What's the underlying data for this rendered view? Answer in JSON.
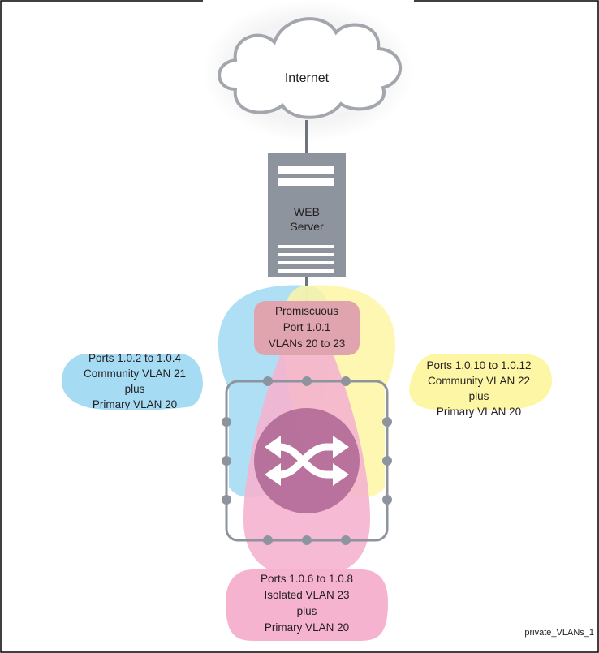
{
  "diagram": {
    "cloud": {
      "label": "Internet"
    },
    "server": {
      "line1": "WEB",
      "line2": "Server"
    },
    "promiscuous": {
      "lines": [
        "Promiscuous",
        "Port 1.0.1",
        "VLANs 20 to 23"
      ]
    },
    "community_left": {
      "lines": [
        "Ports 1.0.2 to 1.0.4",
        "Community VLAN 21",
        "plus",
        "Primary VLAN 20"
      ]
    },
    "community_right": {
      "lines": [
        "Ports 1.0.10 to 1.0.12",
        "Community VLAN 22",
        "plus",
        "Primary VLAN 20"
      ]
    },
    "isolated": {
      "lines": [
        "Ports 1.0.6 to 1.0.8",
        "Isolated VLAN 23",
        "plus",
        "Primary VLAN 20"
      ]
    },
    "figure_id": "private_VLANs_1"
  },
  "colors": {
    "promiscuous": "#dfa4ad",
    "community_left": "#a6dbf4",
    "community_right": "#fdf6a4",
    "isolated": "#f5b3cf",
    "device": "#8e949e",
    "switch_core": "#a9608e"
  }
}
